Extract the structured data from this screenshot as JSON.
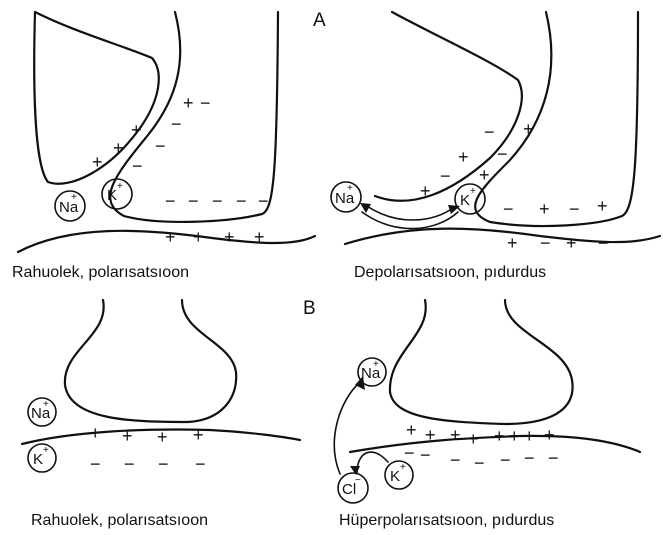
{
  "panels": {
    "A": {
      "label": "A",
      "left_caption": "Rahuolek, polarısatsıoon",
      "right_caption": "Depolarısatsıoon, pıdurdus"
    },
    "B": {
      "label": "B",
      "left_caption": "Rahuolek, polarısatsıoon",
      "right_caption": "Hüperpolarısatsıoon, pıdurdus"
    }
  },
  "ions": {
    "na": "Na",
    "k": "K",
    "cl": "Cl",
    "plus": "+",
    "minus": "−"
  }
}
